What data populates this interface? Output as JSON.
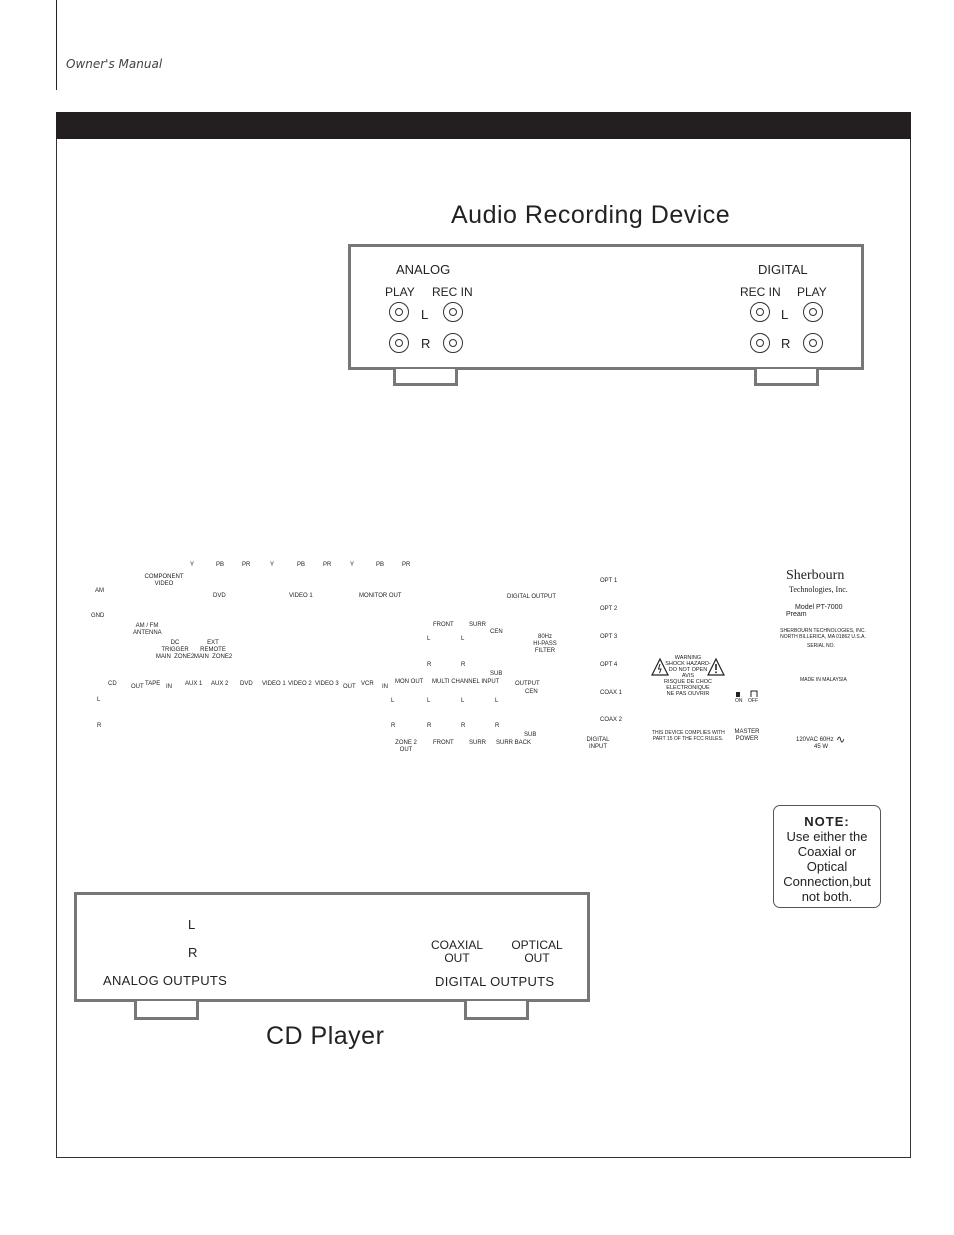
{
  "header": {
    "text": "Owner's Manual"
  },
  "recorder": {
    "title": "Audio Recording Device",
    "analog": "ANALOG",
    "digital": "DIGITAL",
    "play": "PLAY",
    "rec_in": "REC IN",
    "left": "L",
    "right": "R"
  },
  "rear_panel": {
    "component_inputs": {
      "y": "Y",
      "pb": "PB",
      "pr": "PR",
      "label": "COMPONENT\nVIDEO"
    },
    "component_groups": [
      "DVD",
      "VIDEO 1",
      "MONITOR OUT"
    ],
    "am": "AM",
    "gnd": "GND",
    "antenna": "AM / FM\nANTENNA",
    "dc_trigger": "DC\nTRIGGER\nMAIN  ZONE2",
    "ext_remote": "EXT\nREMOTE\nMAIN  ZONE2",
    "audio_inputs": [
      "CD",
      "OUT",
      "TAPE",
      "IN",
      "AUX 1",
      "AUX 2",
      "DVD",
      "VIDEO 1",
      "VIDEO 2",
      "VIDEO 3",
      "OUT",
      "VCR",
      "IN"
    ],
    "l": "L",
    "r": "R",
    "mon_out": "MON OUT",
    "zone2_out": "ZONE 2\nOUT",
    "multi_channel": "MULTI CHANNEL INPUT",
    "front": "FRONT",
    "surr": "SURR",
    "cen": "CEN",
    "sub": "SUB",
    "surr_back": "SURR BACK",
    "hpass": "80Hz\nHI-PASS\nFILTER",
    "output": "OUTPUT",
    "digital_output": "DIGITAL OUTPUT",
    "digital_inputs": [
      "OPT 1",
      "OPT 2",
      "OPT 3",
      "OPT 4",
      "COAX 1",
      "COAX 2"
    ],
    "digital_input": "DIGITAL\nINPUT",
    "warning": "WARNING\nSHOCK HAZARD-\nDO NOT OPEN\nAVIS\nRISQUE DE CHOC\nELECTRONIQUE\nNE PAS OUVRIR",
    "fcc": "THIS DEVICE COMPLIES WITH\nPART 15 OF THE FCC RULES.",
    "brand": "Sherbourn",
    "brand_sub": "Technologies, Inc.",
    "model": "Model PT-7000",
    "model_sub": "Pream",
    "address": "SHERBOURN TECHNOLOGIES, INC.\nNORTH BILLERICA, MA 01862 U.S.A.",
    "serial": "SERIAL NO.",
    "made_in": "MADE IN MALAYSIA",
    "on": "ON",
    "off": "OFF",
    "master_power": "MASTER\nPOWER",
    "power_rating": "120VAC  60Hz",
    "watts": "45 W"
  },
  "note": {
    "title": "NOTE:",
    "body": "Use either the\nCoaxial or\nOptical\nConnection,but\nnot both."
  },
  "cd": {
    "title": "CD Player",
    "left": "L",
    "right": "R",
    "analog_outputs": "ANALOG OUTPUTS",
    "coaxial_out": "COAXIAL\nOUT",
    "optical_out": "OPTICAL\nOUT",
    "digital_outputs": "DIGITAL OUTPUTS"
  }
}
